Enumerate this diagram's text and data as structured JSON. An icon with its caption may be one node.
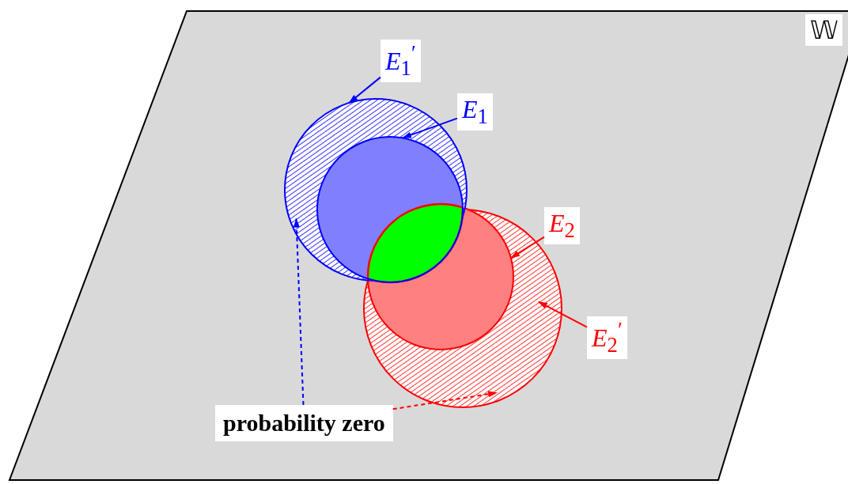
{
  "diagram": {
    "nodes": [
      {
        "text": [
          "𝕎"
        ]
      },
      {
        "text": [
          "*E*$_{1}$$^{′}$"
        ],
        "in": 0
      },
      {
        "text": [
          "*E*$_{1}$"
        ],
        "in": 0
      },
      {
        "text": [
          "*E*$_{2}$"
        ],
        "in": 0
      },
      {
        "text": [
          "*E*$_{2}$$^{′}$"
        ],
        "in": 0
      },
      {
        "text": [
          "probability zero"
        ],
        "in": 0
      },
      {
        "text": [],
        "shape": "circle",
        "in": 0
      },
      {
        "text": [],
        "shape": "circle",
        "in": 6
      },
      {
        "text": [],
        "shape": "circle",
        "in": 9
      },
      {
        "text": [],
        "shape": "circle",
        "in": 0
      }
    ],
    "edges": [
      {
        "from": 1,
        "to": 6,
        "arrow": "to",
        "color": "#0000ff"
      },
      {
        "from": 2,
        "to": 7,
        "arrow": "to",
        "color": "#0000ff"
      },
      {
        "from": 3,
        "to": 8,
        "arrow": "to",
        "color": "#ff0000"
      },
      {
        "from": 4,
        "to": 9,
        "arrow": "to",
        "color": "#ff0000"
      },
      {
        "from": 5,
        "to": 6,
        "arrow": "to",
        "style": "dashed",
        "color": "#0000ff"
      },
      {
        "from": 5,
        "to": 9,
        "arrow": "to",
        "style": "dashed",
        "color": "#ff0000"
      }
    ]
  }
}
